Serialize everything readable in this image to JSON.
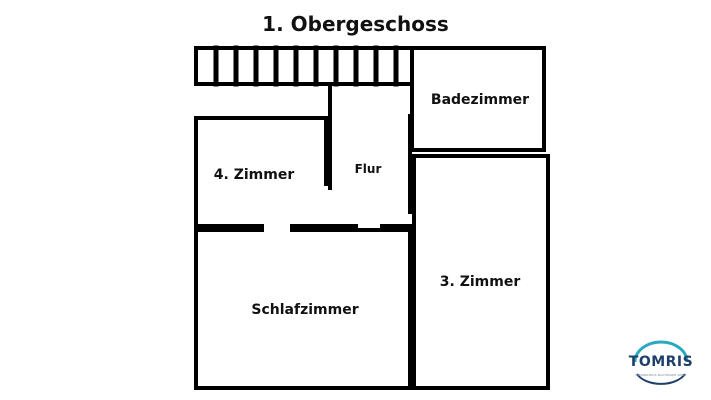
{
  "title": "1. Obergeschoss",
  "rooms": {
    "badezimmer": "Badezimmer",
    "flur": "Flur",
    "zimmer4": "4. Zimmer",
    "zimmer3": "3. Zimmer",
    "schlafzimmer": "Schlafzimmer"
  },
  "logo": {
    "name": "TOMRIS",
    "tagline": "IMMOBILIEN & BAUTRÄGER GMBH",
    "colors": {
      "ring": "#2aa9c2",
      "text": "#1f3f6b"
    }
  },
  "colors": {
    "wall": "#000000",
    "background": "#ffffff"
  }
}
